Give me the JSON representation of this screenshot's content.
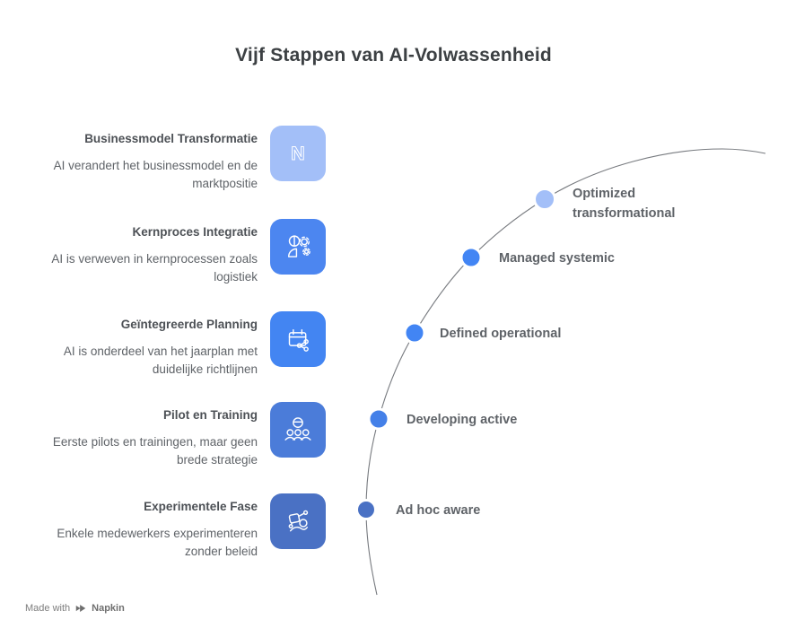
{
  "title": "Vijf Stappen van AI-Volwassenheid",
  "steps": [
    {
      "title": "Businessmodel Transformatie",
      "description": "AI verandert het businessmodel en de marktpositie",
      "icon": "letter-n-icon",
      "color": "#a3bff8"
    },
    {
      "title": "Kernproces Integratie",
      "description": "AI is verweven in kernprocessen zoals logistiek",
      "icon": "person-gears-icon",
      "color": "#4c86f0"
    },
    {
      "title": "Geïntegreerde Planning",
      "description": "AI is onderdeel van het jaarplan met duidelijke richtlijnen",
      "icon": "calendar-share-icon",
      "color": "#4385f2"
    },
    {
      "title": "Pilot en Training",
      "description": "Eerste pilots en trainingen, maar geen brede strategie",
      "icon": "people-group-icon",
      "color": "#4b7cd9"
    },
    {
      "title": "Experimentele Fase",
      "description": "Enkele medewerkers experimenteren zonder beleid",
      "icon": "person-experiment-icon",
      "color": "#4a71c4"
    }
  ],
  "maturity_levels": [
    {
      "label": "Ad hoc aware",
      "color": "#4a71c4"
    },
    {
      "label": "Developing active",
      "color": "#4480e8"
    },
    {
      "label": "Defined operational",
      "color": "#4285f4"
    },
    {
      "label": "Managed systemic",
      "color": "#4285f4"
    },
    {
      "label": "Optimized transformational",
      "color": "#a3bff8"
    }
  ],
  "curve": {
    "line_color": "#5f6368",
    "dot_stroke": "#ffffff"
  },
  "footer": {
    "made_with": "Made with",
    "brand": "Napkin",
    "icon": "napkin-logo-icon"
  }
}
